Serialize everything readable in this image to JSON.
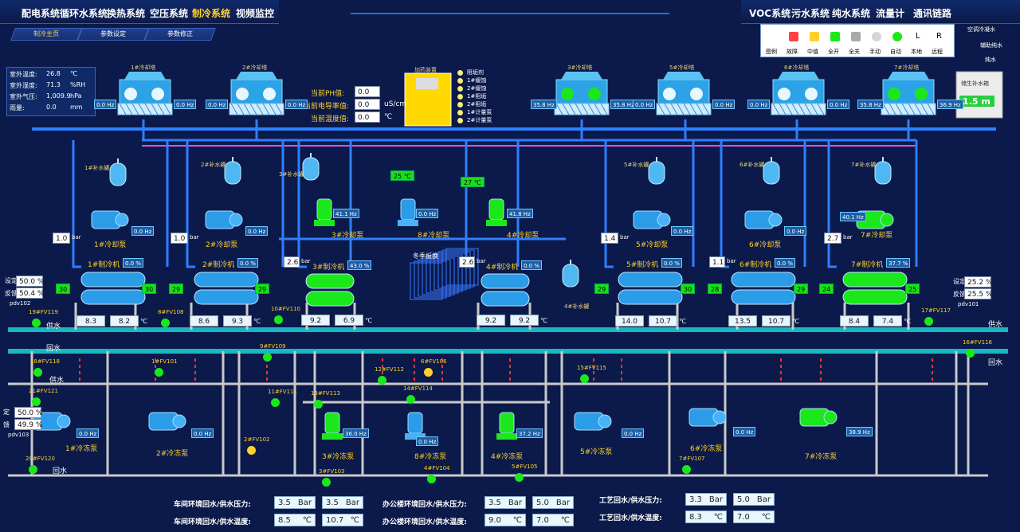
{
  "nav": {
    "left": [
      "配电系统",
      "循环水系统",
      "换热系统",
      "空压系统",
      "制冷系统",
      "视频监控"
    ],
    "right": [
      "VOC系统",
      "污水系统",
      "纯水系统",
      "流量计",
      "通讯链路"
    ],
    "active": "制冷系统"
  },
  "subtabs": [
    "制冷主页",
    "参数设定",
    "参数修正"
  ],
  "weather": [
    {
      "label": "室外温度:",
      "value": "26.8",
      "unit": "℃"
    },
    {
      "label": "室外湿度:",
      "value": "71.3",
      "unit": "%RH"
    },
    {
      "label": "室外气压:",
      "value": "1,009.9",
      "unit": "hPa"
    },
    {
      "label": "雨量:",
      "value": "0.0",
      "unit": "mm"
    }
  ],
  "water_quality": [
    {
      "label": "当前PH值:",
      "value": "0.0",
      "unit": ""
    },
    {
      "label": "当前电导率值:",
      "value": "0.0",
      "unit": "uS/cm"
    },
    {
      "label": "当前温度值:",
      "value": "0.0",
      "unit": "℃"
    }
  ],
  "dosing": {
    "title": "加药装置",
    "items": [
      "阻垢剂",
      "1#缓蚀",
      "2#缓蚀",
      "1#阻垢",
      "2#阻垢",
      "1#计量泵",
      "2#计量泵"
    ]
  },
  "legend": {
    "items": [
      "图例",
      "故障",
      "中值",
      "全开",
      "全关",
      "手动",
      "自动",
      "本地",
      "远程"
    ],
    "local_glyph": "L",
    "remote_glyph": "R"
  },
  "right_panel": {
    "air_label": "空调冷凝水",
    "softener": "辅助纯水",
    "pure": "纯水",
    "tank_label": "储生补水箱",
    "tank_level": "1.5 m"
  },
  "cooling_towers": [
    {
      "name": "1#冷却塔",
      "hz_left": "0.0 Hz",
      "hz_right": "0.0 Hz"
    },
    {
      "name": "2#冷却塔",
      "hz_left": "0.0 Hz",
      "hz_right": "0.0 Hz"
    },
    {
      "name": "3#冷却塔",
      "hz_left": "35.8 Hz",
      "hz_right": "35.8 Hz"
    },
    {
      "name": "5#冷却塔",
      "hz_left": "0.0 Hz",
      "hz_right": "0.0 Hz"
    },
    {
      "name": "6#冷却塔",
      "hz_left": "0.0 Hz",
      "hz_right": "0.0 Hz"
    },
    {
      "name": "7#冷却塔",
      "hz_left": "35.8 Hz",
      "hz_right": "36.9 Hz"
    }
  ],
  "cooling_pumps": [
    {
      "name": "1#冷却泵",
      "hz": "0.0 Hz",
      "pressure": "1.0",
      "unit": "bar"
    },
    {
      "name": "2#冷却泵",
      "hz": "0.0 Hz",
      "pressure": "1.0",
      "unit": "bar"
    },
    {
      "name": "3#冷却泵",
      "hz": "41.1 Hz",
      "pressure": "",
      "unit": ""
    },
    {
      "name": "8#冷却泵",
      "hz": "0.0 Hz",
      "pressure": "",
      "unit": ""
    },
    {
      "name": "4#冷却泵",
      "hz": "41.8 Hz",
      "pressure": "",
      "unit": ""
    },
    {
      "name": "5#冷却泵",
      "hz": "0.0 Hz",
      "pressure": "1.4",
      "unit": "bar"
    },
    {
      "name": "6#冷却泵",
      "hz": "0.0 Hz",
      "pressure": "",
      "unit": ""
    },
    {
      "name": "7#冷却泵",
      "hz": "40.1 Hz",
      "pressure": "2.7",
      "unit": "bar"
    }
  ],
  "expansion_tanks": [
    "1#补水罐",
    "2#补水罐",
    "3#补水罐",
    "5#补水罐",
    "6#补水罐",
    "7#补水罐",
    "4#补水罐"
  ],
  "header_temps": {
    "t1": "25 ℃",
    "t2": "27 ℃"
  },
  "chillers": [
    {
      "name": "1#制冷机",
      "load": "0.0 %",
      "t_in": "30",
      "t_out": "30",
      "ev_in": "8.3",
      "ev_out": "8.2"
    },
    {
      "name": "2#制冷机",
      "load": "0.0 %",
      "t_in": "29",
      "t_out": "29",
      "ev_in": "8.6",
      "ev_out": "9.3"
    },
    {
      "name": "3#制冷机",
      "load": "43.0 %",
      "pressure": "2.6",
      "ev_in": "9.2",
      "ev_out": "6.9"
    },
    {
      "name": "4#制冷机",
      "load": "0.0 %",
      "pressure": "2.6",
      "ev_in": "9.2",
      "ev_out": "9.2"
    },
    {
      "name": "5#制冷机",
      "load": "0.0 %",
      "t_in": "29",
      "t_out": "30",
      "ev_in": "14.0",
      "ev_out": "10.7"
    },
    {
      "name": "6#制冷机",
      "load": "0.0 %",
      "pressure": "1.1",
      "t_in": "28",
      "t_out": "29",
      "ev_in": "13.5",
      "ev_out": "10.7"
    },
    {
      "name": "7#制冷机",
      "load": "37.7 %",
      "t_in": "24",
      "t_out": "25",
      "ev_in": "8.4",
      "ev_out": "7.4"
    }
  ],
  "bar_unit": "bar",
  "temp_unit": "℃",
  "plate_exchanger": "冬季板换",
  "left_setpoints": {
    "set_label": "设定",
    "set_value": "50.0 %",
    "fb_label": "反馈",
    "fb_value": "50.4 %",
    "valve": "pdv102"
  },
  "left_setpoints2": {
    "set_label": "定",
    "set_value": "50.0 %",
    "fb_label": "馈",
    "fb_value": "49.9 %",
    "valve": "pdv103"
  },
  "right_setpoints": {
    "set_label": "设定",
    "set_value": "25.2 %",
    "fb_label": "反馈",
    "fb_value": "25.5 %",
    "valve": "pdv101"
  },
  "valves": [
    "19#FV119",
    "8#FV108",
    "10#FV110",
    "1#FV101",
    "9#FV109",
    "18#FV118",
    "6#FV106",
    "12#FV112",
    "15#FV115",
    "21#FV121",
    "11#FV111",
    "13#FV113",
    "14#FV114",
    "17#FV117",
    "16#FV116",
    "2#FV102",
    "20#FV120",
    "3#FV103",
    "4#FV104",
    "5#FV105",
    "7#FV107"
  ],
  "flow_labels": {
    "supply": "供水",
    "return": "回水"
  },
  "chilled_pumps": [
    {
      "name": "1#冷冻泵",
      "hz": "0.0 Hz"
    },
    {
      "name": "2#冷冻泵",
      "hz": "0.0 Hz"
    },
    {
      "name": "3#冷冻泵",
      "hz": "36.0 Hz"
    },
    {
      "name": "8#冷冻泵",
      "hz": "0.0 Hz"
    },
    {
      "name": "4#冷冻泵",
      "hz": "37.2 Hz"
    },
    {
      "name": "5#冷冻泵",
      "hz": "0.0 Hz"
    },
    {
      "name": "6#冷冻泵",
      "hz": "0.0 Hz"
    },
    {
      "name": "7#冷冻泵",
      "hz": "38.9 Hz"
    }
  ],
  "bottom": [
    {
      "label": "车间环境回水/供水压力:",
      "a": "3.5",
      "au": "Bar",
      "b": "3.5",
      "bu": "Bar"
    },
    {
      "label": "车间环境回水/供水温度:",
      "a": "8.5",
      "au": "℃",
      "b": "10.7",
      "bu": "℃"
    },
    {
      "label": "办公楼环境回水/供水压力:",
      "a": "3.5",
      "au": "Bar",
      "b": "5.0",
      "bu": "Bar"
    },
    {
      "label": "办公楼环境回水/供水温度:",
      "a": "9.0",
      "au": "℃",
      "b": "7.0",
      "bu": "℃"
    },
    {
      "label": "工艺回水/供水压力:",
      "a": "3.3",
      "au": "Bar",
      "b": "5.0",
      "bu": "Bar"
    },
    {
      "label": "工艺回水/供水温度:",
      "a": "8.3",
      "au": "℃",
      "b": "7.0",
      "bu": "℃"
    }
  ],
  "colors": {
    "background": "#0b1a4a",
    "pipe_blue": "#2f7fff",
    "pipe_cyan": "#18b7c2",
    "pipe_gray": "#c9c9c9",
    "pipe_magenta": "#e34bff",
    "running_green": "#1be81b",
    "equipment_blue": "#2a9ce8",
    "accent_yellow": "#ffd12a"
  }
}
